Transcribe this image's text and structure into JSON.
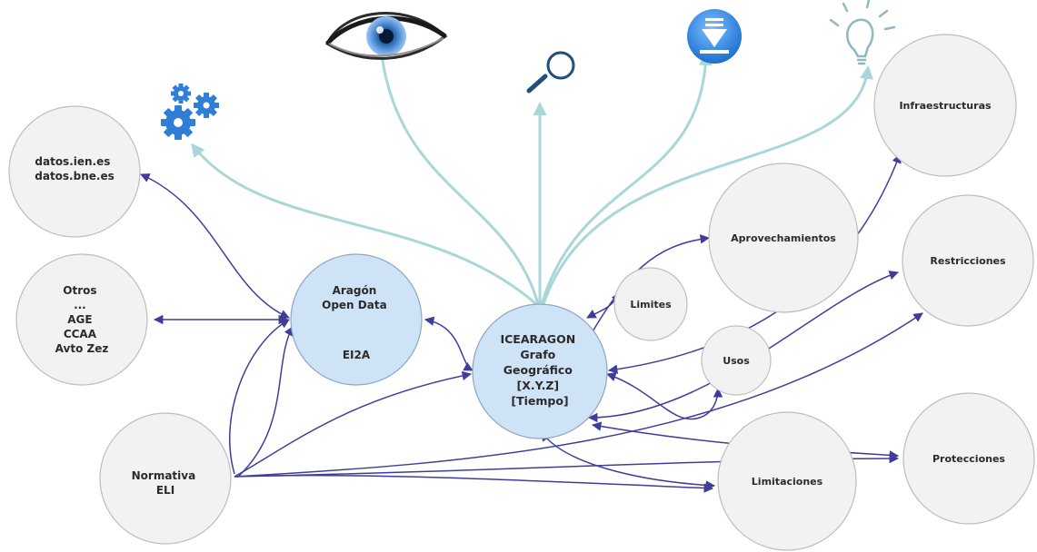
{
  "nodes": {
    "datos": {
      "lines": [
        "datos.ien.es",
        "datos.bne.es"
      ]
    },
    "otros": {
      "lines": [
        "Otros",
        "...",
        "AGE",
        "CCAA",
        "Avto Zez"
      ]
    },
    "normativa": {
      "lines": [
        "Normativa",
        "ELI"
      ]
    },
    "aragon": {
      "lines": [
        "Aragón",
        "Open Data",
        "",
        "",
        "EI2A"
      ]
    },
    "icearagon": {
      "lines": [
        "ICEARAGON",
        "Grafo",
        "Geográfico",
        "[X.Y.Z]",
        "[Tiempo]"
      ]
    },
    "limites": {
      "lines": [
        "Limites"
      ]
    },
    "usos": {
      "lines": [
        "Usos"
      ]
    },
    "aprovechamientos": {
      "lines": [
        "Aprovechamientos"
      ]
    },
    "infraestructuras": {
      "lines": [
        "Infraestructuras"
      ]
    },
    "restricciones": {
      "lines": [
        "Restricciones"
      ]
    },
    "protecciones": {
      "lines": [
        "Protecciones"
      ]
    },
    "limitaciones": {
      "lines": [
        "Limitaciones"
      ]
    }
  },
  "icons": [
    "gears-icon",
    "eye-icon",
    "magnifier-icon",
    "download-icon",
    "lightbulb-icon"
  ],
  "colors": {
    "node_fill": "#f2f2f2",
    "node_stroke": "#bdbdbd",
    "hub_fill": "#cfe3f6",
    "hub_stroke": "#8fa6c1",
    "link": "#3f3d9c",
    "flow": "#a9d7d8",
    "icon_blue": "#2f7fd9"
  }
}
